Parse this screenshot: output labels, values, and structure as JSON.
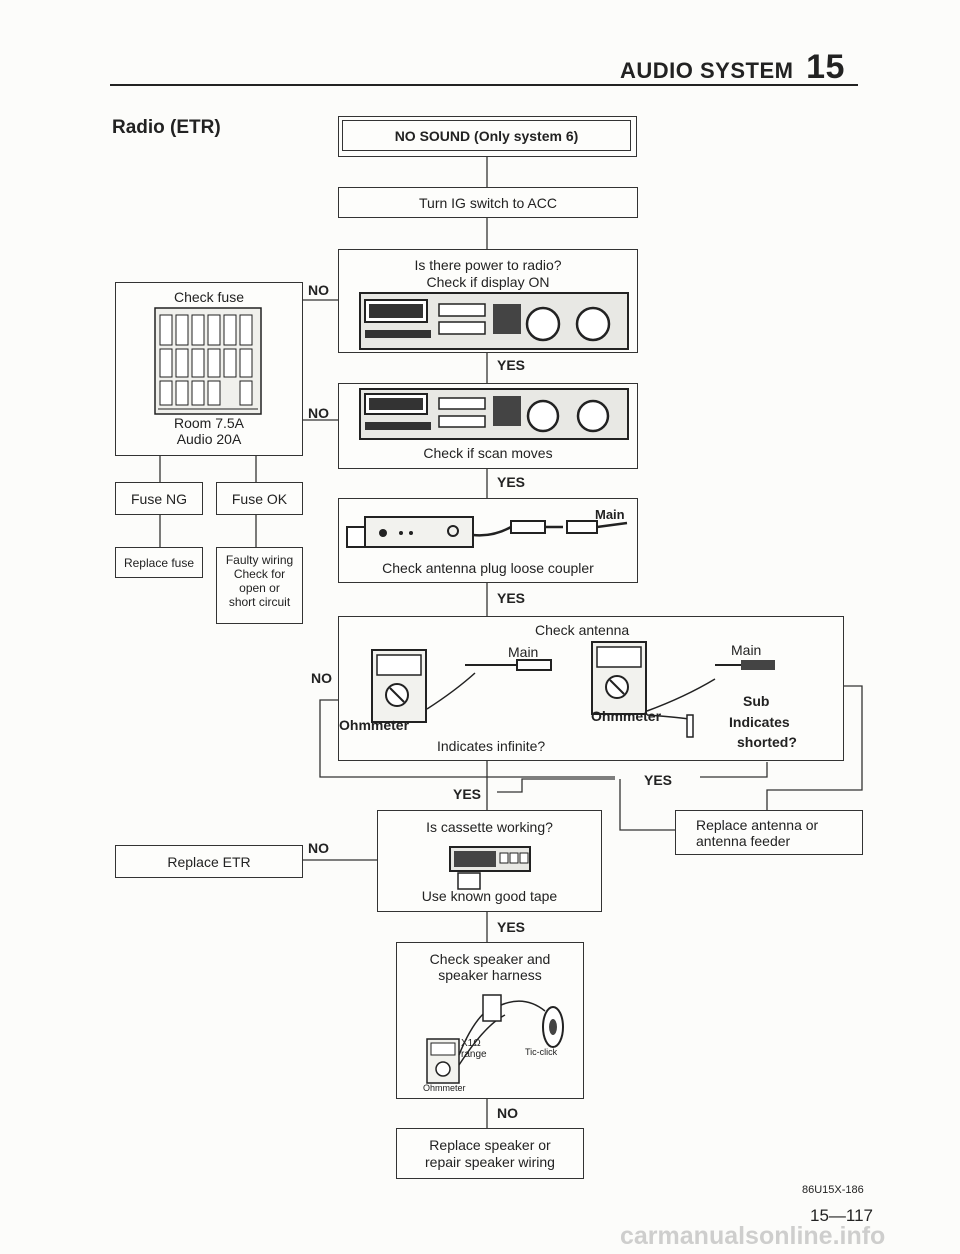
{
  "header": {
    "section_title": "AUDIO SYSTEM",
    "section_number": "15"
  },
  "page_title": "Radio (ETR)",
  "flow": {
    "start": "NO SOUND (Only system 6)",
    "step1": "Turn IG switch to ACC",
    "step2": {
      "line1": "Is there power to radio?",
      "line2": "Check if display ON"
    },
    "step3": "Check if scan moves",
    "step4": "Check antenna plug loose coupler",
    "step4_main": "Main",
    "step5": {
      "title": "Check antenna",
      "main_left": "Main",
      "ohmmeter_left": "Ohmmeter",
      "question": "Indicates infinite?",
      "main_right": "Main",
      "ohmmeter_right": "Ohmmeter",
      "sub": "Sub",
      "indicates": "Indicates",
      "shorted": "shorted?"
    },
    "step6": {
      "question": "Is cassette working?",
      "note": "Use known good tape"
    },
    "step7": {
      "line1": "Check speaker and",
      "line2": "speaker harness",
      "range1": "X1Ω",
      "range2": "range",
      "click": "Tic-click",
      "ohmmeter": "Ohmmeter"
    },
    "final": {
      "line1": "Replace speaker or",
      "line2": "repair speaker wiring"
    }
  },
  "left_branch": {
    "fuse_title": "Check fuse",
    "room": "Room 7.5A",
    "audio": "Audio 20A",
    "fuse_ng": "Fuse NG",
    "fuse_ok": "Fuse OK",
    "replace_fuse": "Replace fuse",
    "faulty": {
      "l1": "Faulty wiring",
      "l2": "Check for",
      "l3": "open or",
      "l4": "short circuit"
    },
    "replace_etr": "Replace ETR"
  },
  "right_branch": {
    "line1": "Replace antenna or",
    "line2": "antenna feeder"
  },
  "decisions": {
    "yes": "YES",
    "no": "NO"
  },
  "footer": {
    "figure_code": "86U15X-186",
    "page_number": "15—117",
    "watermark": "carmanualsonline.info"
  }
}
